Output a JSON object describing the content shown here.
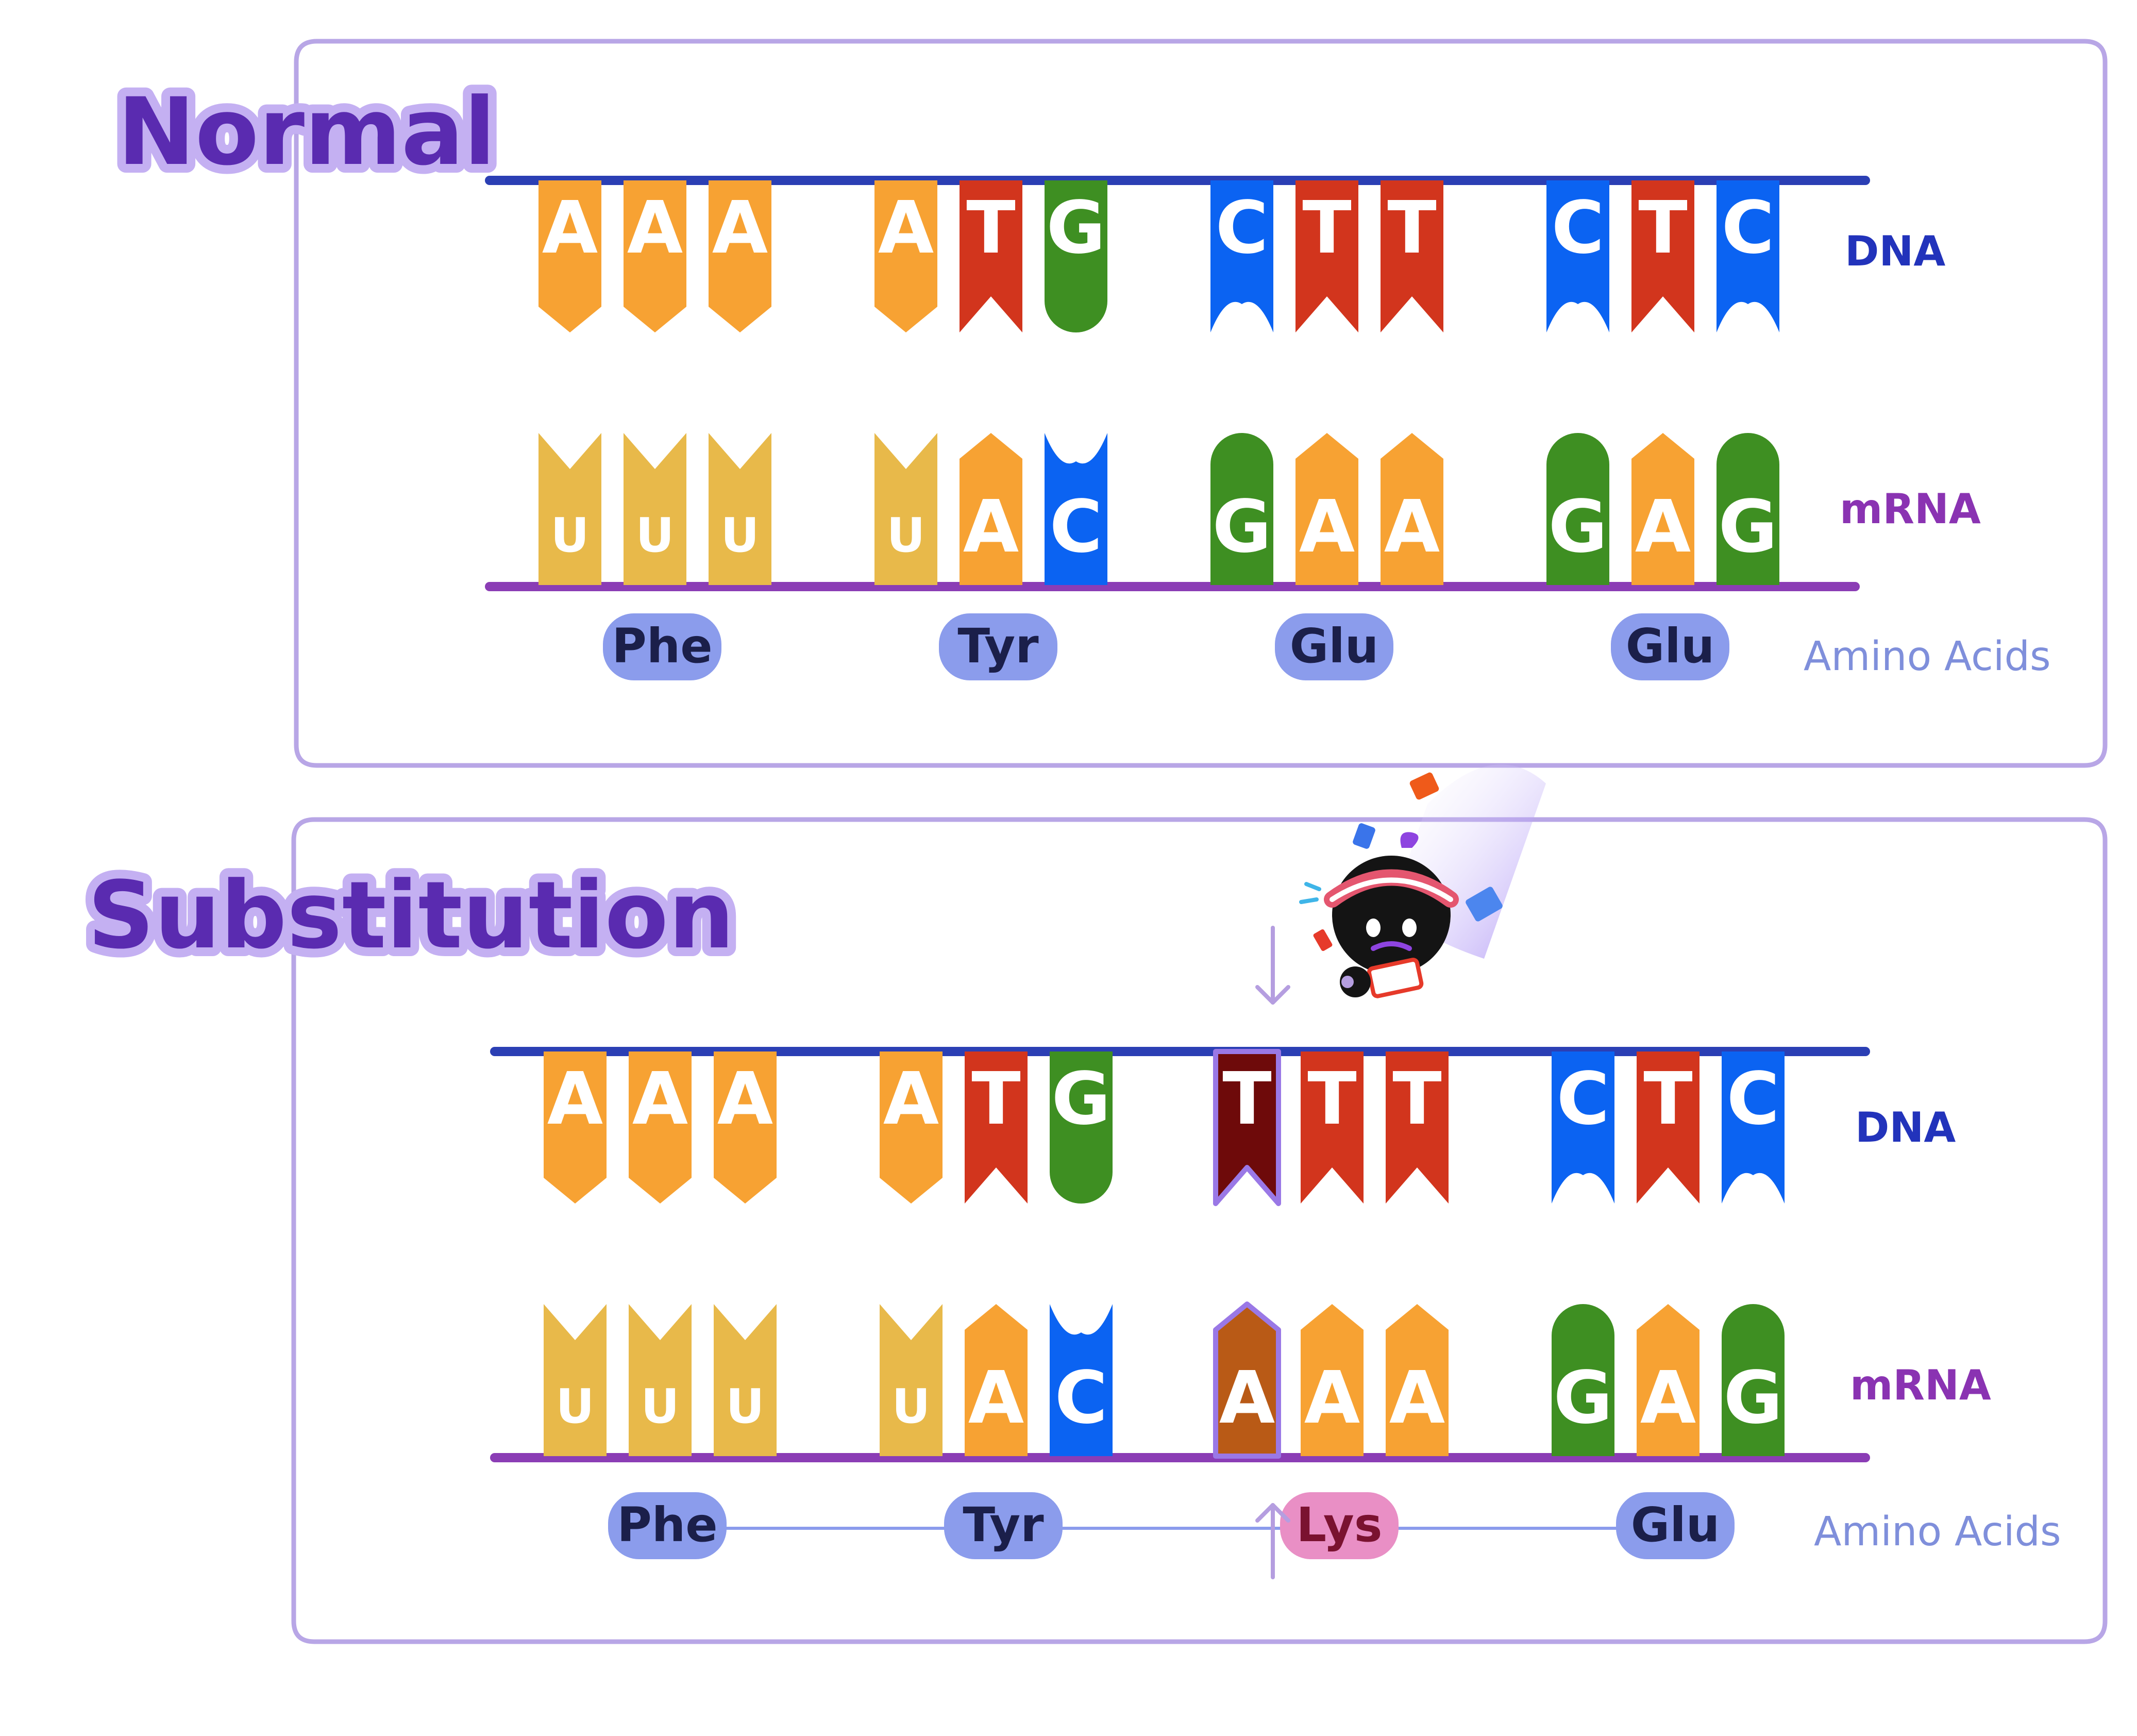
{
  "colors": {
    "A": "#f7a233",
    "T": "#d2351d",
    "G": "#3e8f22",
    "C": "#0b63f2",
    "U": "#e8b94a",
    "T_mut": "#6e0a0a",
    "A_mut": "#b95a16",
    "dna_strand": "#2b3fb4",
    "mrna_strand": "#8b3db5",
    "panel_border": "#b8a6e6",
    "amino_pill": "#8b9cec",
    "amino_text": "#1b1f4a",
    "mut_pill": "#e98fc5",
    "mut_text": "#7a1230",
    "title_fill": "#5a2bb0",
    "title_halo": "#c4b0f2",
    "dna_label": "#2233bb",
    "mrna_label": "#8a33b2",
    "amino_label": "#7f8fdb",
    "arrow": "#b59ee0"
  },
  "panels": [
    {
      "title": "Normal",
      "dna_label": "DNA",
      "mrna_label": "mRNA",
      "amino_label": "Amino Acids",
      "dna": [
        "AAA",
        "ATG",
        "CTT",
        "CTC"
      ],
      "mrna": [
        "UUU",
        "UAC",
        "GAA",
        "GAG"
      ],
      "amino": [
        "Phe",
        "Tyr",
        "Glu",
        "Glu"
      ],
      "mutated": null
    },
    {
      "title": "Substitution",
      "dna_label": "DNA",
      "mrna_label": "mRNA",
      "amino_label": "Amino Acids",
      "dna": [
        "AAA",
        "ATG",
        "TTT",
        "CTC"
      ],
      "mrna": [
        "UUU",
        "UAC",
        "AAA",
        "GAG"
      ],
      "amino": [
        "Phe",
        "Tyr",
        "Lys",
        "Glu"
      ],
      "mutated": {
        "codon": 2,
        "base": 0
      }
    }
  ]
}
